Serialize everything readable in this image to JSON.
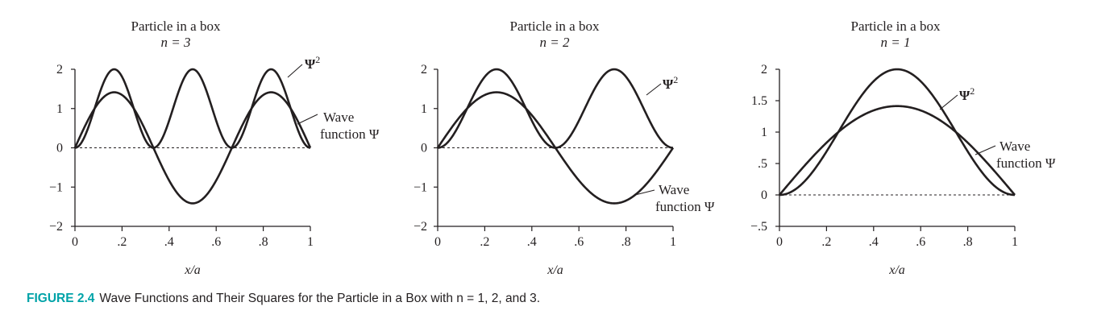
{
  "caption": {
    "label": "FIGURE 2.4",
    "text": "Wave Functions and Their Squares for the Particle in a Box with n = 1, 2, and 3."
  },
  "colors": {
    "ink": "#231f20",
    "caption_accent": "#00a3a8"
  },
  "chart_data": [
    {
      "type": "line",
      "title": "Particle in a box",
      "subtitle": "n = 3",
      "n": 3,
      "xlabel": "x/a",
      "ylabel": "",
      "xlim": [
        0,
        1
      ],
      "ylim": [
        -2,
        2
      ],
      "xticks": [
        0,
        0.2,
        0.4,
        0.6,
        0.8,
        1
      ],
      "xtick_labels": [
        "0",
        ".2",
        ".4",
        ".6",
        ".8",
        "1"
      ],
      "yticks": [
        -2,
        -1,
        0,
        1,
        2
      ],
      "ytick_labels": [
        "−2",
        "−1",
        "0",
        "1",
        "2"
      ],
      "grid": false,
      "baseline": "dashed line at y = 0",
      "series": [
        {
          "name": "Ψ²",
          "formula": "2·sin²(3πx/a)",
          "x": [
            0,
            0.0833,
            0.1667,
            0.25,
            0.3333,
            0.4167,
            0.5,
            0.5833,
            0.6667,
            0.75,
            0.8333,
            0.9167,
            1
          ],
          "values": [
            0,
            1,
            2,
            1,
            0,
            1,
            2,
            1,
            0,
            1,
            2,
            1,
            0
          ]
        },
        {
          "name": "Wave function Ψ",
          "formula": "√2·sin(3πx/a)",
          "x": [
            0,
            0.0833,
            0.1667,
            0.25,
            0.3333,
            0.4167,
            0.5,
            0.5833,
            0.6667,
            0.75,
            0.8333,
            0.9167,
            1
          ],
          "values": [
            0,
            1.0,
            1.414,
            1.0,
            0,
            -1.0,
            -1.414,
            -1.0,
            0,
            1.0,
            1.414,
            1.0,
            0
          ]
        }
      ],
      "annotations": [
        {
          "text": "Ψ",
          "sup": "2",
          "series": 0
        },
        {
          "lines": [
            "Wave",
            "function Ψ"
          ],
          "series": 1
        }
      ]
    },
    {
      "type": "line",
      "title": "Particle in a box",
      "subtitle": "n = 2",
      "n": 2,
      "xlabel": "x/a",
      "ylabel": "",
      "xlim": [
        0,
        1
      ],
      "ylim": [
        -2,
        2
      ],
      "xticks": [
        0,
        0.2,
        0.4,
        0.6,
        0.8,
        1
      ],
      "xtick_labels": [
        "0",
        ".2",
        ".4",
        ".6",
        ".8",
        "1"
      ],
      "yticks": [
        -2,
        -1,
        0,
        1,
        2
      ],
      "ytick_labels": [
        "−2",
        "−1",
        "0",
        "1",
        "2"
      ],
      "grid": false,
      "baseline": "dashed line at y = 0",
      "series": [
        {
          "name": "Ψ²",
          "formula": "2·sin²(2πx/a)",
          "x": [
            0,
            0.125,
            0.25,
            0.375,
            0.5,
            0.625,
            0.75,
            0.875,
            1
          ],
          "values": [
            0,
            1,
            2,
            1,
            0,
            1,
            2,
            1,
            0
          ]
        },
        {
          "name": "Wave function Ψ",
          "formula": "√2·sin(2πx/a)",
          "x": [
            0,
            0.125,
            0.25,
            0.375,
            0.5,
            0.625,
            0.75,
            0.875,
            1
          ],
          "values": [
            0,
            1.0,
            1.414,
            1.0,
            0,
            -1.0,
            -1.414,
            -1.0,
            0
          ]
        }
      ],
      "annotations": [
        {
          "text": "Ψ",
          "sup": "2",
          "series": 0
        },
        {
          "lines": [
            "Wave",
            "function Ψ"
          ],
          "series": 1
        }
      ]
    },
    {
      "type": "line",
      "title": "Particle in a box",
      "subtitle": "n = 1",
      "n": 1,
      "xlabel": "x/a",
      "ylabel": "",
      "xlim": [
        0,
        1
      ],
      "ylim": [
        -0.5,
        2
      ],
      "xticks": [
        0,
        0.2,
        0.4,
        0.6,
        0.8,
        1
      ],
      "xtick_labels": [
        "0",
        ".2",
        ".4",
        ".6",
        ".8",
        "1"
      ],
      "yticks": [
        -0.5,
        0,
        0.5,
        1,
        1.5,
        2
      ],
      "ytick_labels": [
        "−.5",
        "0",
        ".5",
        "1",
        "1.5",
        "2"
      ],
      "grid": false,
      "baseline": "dashed line at y = 0",
      "series": [
        {
          "name": "Ψ²",
          "formula": "2·sin²(πx/a)",
          "x": [
            0,
            0.25,
            0.5,
            0.75,
            1
          ],
          "values": [
            0,
            1,
            2,
            1,
            0
          ]
        },
        {
          "name": "Wave function Ψ",
          "formula": "√2·sin(πx/a)",
          "x": [
            0,
            0.25,
            0.5,
            0.75,
            1
          ],
          "values": [
            0,
            1.0,
            1.414,
            1.0,
            0
          ]
        }
      ],
      "annotations": [
        {
          "text": "Ψ",
          "sup": "2",
          "series": 0
        },
        {
          "lines": [
            "Wave",
            "function Ψ"
          ],
          "series": 1
        }
      ]
    }
  ]
}
